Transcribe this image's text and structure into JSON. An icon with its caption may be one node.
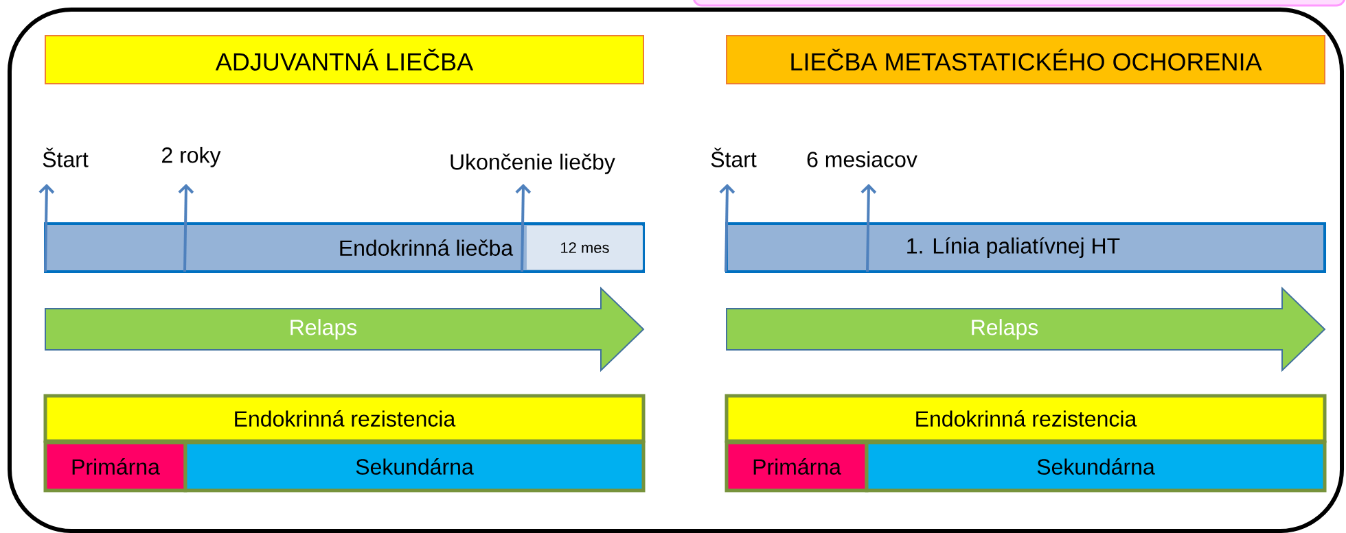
{
  "diagram": {
    "nodes": [
      {
        "text": [
          "ADJUVANTNÁ LIEČBA"
        ]
      },
      {
        "text": [
          "Štart"
        ]
      },
      {
        "text": [
          "2 roky"
        ]
      },
      {
        "text": [
          "Ukončenie liečby"
        ]
      },
      {
        "text": [
          "Endokrinná liečba"
        ]
      },
      {
        "text": [
          "12 mes"
        ],
        "in": 4
      },
      {
        "text": [
          "Relaps"
        ]
      },
      {
        "text": [
          "Endokrinná rezistencia"
        ]
      },
      {
        "text": [
          "Primárna"
        ]
      },
      {
        "text": [
          "Sekundárna"
        ]
      },
      {
        "text": [
          "LIEČBA METASTATICKÉHO OCHORENIA"
        ]
      },
      {
        "text": [
          "Štart"
        ]
      },
      {
        "text": [
          "6 mesiacov"
        ]
      },
      {
        "text": [
          "1. Línia paliatívnej HT"
        ]
      },
      {
        "text": [
          "Relaps"
        ]
      },
      {
        "text": [
          "Endokrinná rezistencia"
        ]
      },
      {
        "text": [
          "Primárna"
        ]
      },
      {
        "text": [
          "Sekundárna"
        ]
      }
    ],
    "edges": [
      {
        "from": 4,
        "to": 1,
        "arrow": "to"
      },
      {
        "from": 4,
        "to": 2,
        "arrow": "to"
      },
      {
        "from": 4,
        "to": 3,
        "arrow": "to"
      },
      {
        "from": 13,
        "to": 11,
        "arrow": "to"
      },
      {
        "from": 13,
        "to": 12,
        "arrow": "to"
      }
    ]
  }
}
